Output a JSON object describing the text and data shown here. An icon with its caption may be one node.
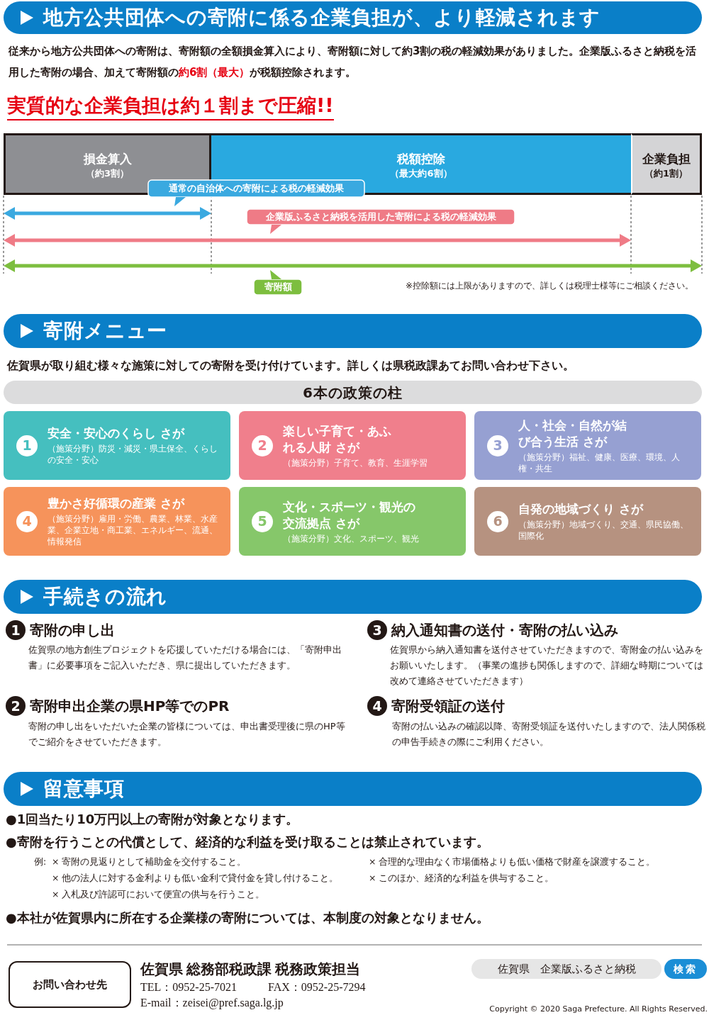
{
  "diagram": {
    "nodes": [
      {
        "text": [
          "地方公共団体への寄附に係る企業負担が、より軽減されます"
        ]
      },
      {
        "text": [
          "損金算入",
          "（約3割）"
        ]
      },
      {
        "text": [
          "税額控除",
          "（最大約6割）"
        ]
      },
      {
        "text": [
          "企業負担",
          "（約1割）"
        ]
      },
      {
        "text": [
          "通常の自治体への寄附による税の軽減効果"
        ]
      },
      {
        "text": [
          "企業版ふるさと納税を活用した寄附による税の軽減効果"
        ]
      },
      {
        "text": [
          "寄附額"
        ]
      },
      {
        "text": [
          "寄附メニュー"
        ]
      },
      {
        "text": [
          "6本の政策の柱"
        ]
      },
      {
        "text": [
          "1",
          "安全・安心のくらし さが",
          "（施策分野）防災・減災・県土保全、くらしの安全・安心"
        ]
      },
      {
        "text": [
          "2",
          "楽しい子育て・あふれる人財 さが",
          "（施策分野）子育て、教育、生涯学習"
        ]
      },
      {
        "text": [
          "3",
          "人・社会・自然が結び合う生活 さが",
          "（施策分野）福祉、健康、医療、環境、人権・共生"
        ]
      },
      {
        "text": [
          "4",
          "豊かさ好循環の産業 さが",
          "（施策分野）雇用・労働、農業、林業、水産業、企業立地・商工業、エネルギー、流通、情報発信"
        ]
      },
      {
        "text": [
          "5",
          "文化・スポーツ・観光の交流拠点 さが",
          "（施策分野）文化、スポーツ、観光"
        ]
      },
      {
        "text": [
          "6",
          "自発の地域づくり さが",
          "（施策分野）地域づくり、交通、県民協働、国際化"
        ]
      },
      {
        "text": [
          "手続きの流れ"
        ]
      },
      {
        "text": [
          "留意事項"
        ]
      },
      {
        "text": [
          "お問い合わせ先"
        ]
      },
      {
        "text": [
          "佐賀県　企業版ふるさと納税"
        ]
      },
      {
        "text": [
          "検索"
        ]
      }
    ],
    "labels": [
      "従来から地方公共団体への寄附は、寄附額の全額損金算入により、寄附額に対して約3割の税の軽減効果がありました。企業版ふるさと納税を活用した寄附の場合、加えて寄附額の**約6割（最大）**が税額控除されます。",
      "実質的な企業負担は約１割まで圧縮!!",
      "※控除額には上限がありますので、詳しくは税理士様等にご相談ください。",
      "佐賀県が取り組む様々な施策に対しての寄附を受け付けています。詳しくは県税政課あてお問い合わせ下さい。",
      "1",
      "寄附の申し出",
      "佐賀県の地方創生プロジェクトを応援していただける場合には、「寄附申出書」に必要事項をご記入いただき、県に提出していただきます。",
      "3",
      "納入通知書の送付・寄附の払い込み",
      "佐賀県から納入通知書を送付させていただきますので、寄附金の払い込みをお願いいたします。（事業の進捗も関係しますので、詳細な時期については改めて連絡させていただきます）",
      "2",
      "寄附申出企業の県HP等でのPR",
      "寄附の申し出をいただいた企業の皆様については、申出書受理後に県のHP等でご紹介をさせていただきます。",
      "4",
      "寄附受領証の送付",
      "寄附の払い込みの確認以降、寄附受領証を送付いたしますので、法人関係税の申告手続きの際にご利用ください。",
      "●1回当たり10万円以上の寄附が対象となります。",
      "●寄附を行うことの代償として、経済的な利益を受け取ることは禁止されています。",
      "例:",
      "× 寄附の見返りとして補助金を交付すること。",
      "× 合理的な理由なく市場価格よりも低い価格で財産を譲渡すること。",
      "× 他の法人に対する金利よりも低い金利で貸付金を貸し付けること。",
      "× このほか、経済的な利益を供与すること。",
      "× 入札及び許認可において便宜の供与を行うこと。",
      "●本社が佐賀県内に所在する企業様の寄附については、本制度の対象となりません。",
      "佐賀県 総務部税政課 税務政策担当",
      "TEL：0952-25-7021",
      "FAX：0952-25-7294",
      "E-mail：zeisei@pref.saga.lg.jp",
      "Copyright © 2020 Saga Prefecture. All Rights Reserved."
    ]
  }
}
